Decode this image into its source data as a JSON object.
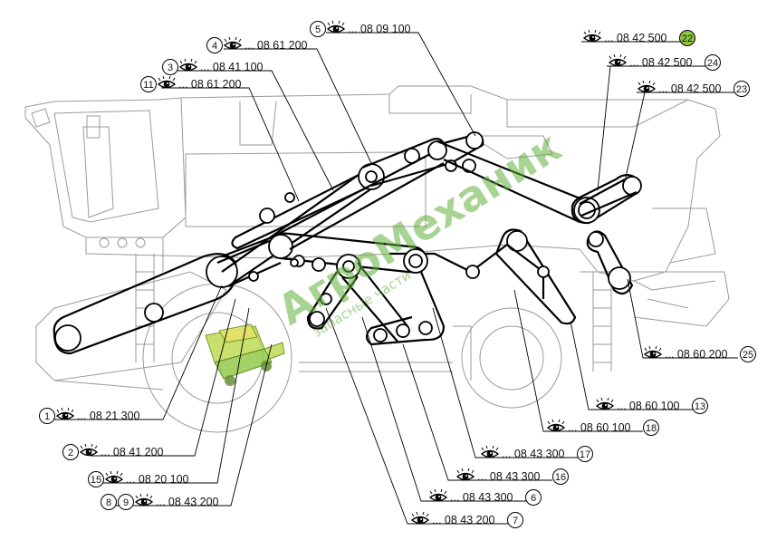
{
  "callouts": [
    {
      "id": "c5",
      "num": "5",
      "code": "... 08 09 100",
      "highlight": false
    },
    {
      "id": "c4",
      "num": "4",
      "code": "... 08 61 200",
      "highlight": false
    },
    {
      "id": "c3",
      "num": "3",
      "code": "... 08 41 100",
      "highlight": false
    },
    {
      "id": "c11",
      "num": "11",
      "code": "... 08 61 200",
      "highlight": false
    },
    {
      "id": "c22",
      "num": "22",
      "code": "... 08 42 500",
      "highlight": true
    },
    {
      "id": "c24",
      "num": "24",
      "code": "... 08 42 500",
      "highlight": false
    },
    {
      "id": "c23",
      "num": "23",
      "code": "... 08 42 500",
      "highlight": false
    },
    {
      "id": "c25",
      "num": "25",
      "code": "... 08 60 200",
      "highlight": false
    },
    {
      "id": "c13",
      "num": "13",
      "code": "... 08 60 100",
      "highlight": false
    },
    {
      "id": "c18",
      "num": "18",
      "code": "... 08 60 100",
      "highlight": false
    },
    {
      "id": "c17",
      "num": "17",
      "code": "... 08 43 300",
      "highlight": false
    },
    {
      "id": "c16",
      "num": "16",
      "code": "... 08 43 300",
      "highlight": false
    },
    {
      "id": "c6",
      "num": "6",
      "code": "... 08 43 300",
      "highlight": false
    },
    {
      "id": "c7",
      "num": "7",
      "code": "... 08 43 200",
      "highlight": false
    },
    {
      "id": "c1",
      "num": "1",
      "code": "... 08 21 300",
      "highlight": false
    },
    {
      "id": "c2",
      "num": "2",
      "code": "... 08 41 200",
      "highlight": false
    },
    {
      "id": "c15",
      "num": "15",
      "code": "... 08 20 100",
      "highlight": false
    },
    {
      "id": "c89",
      "num": "8",
      "num2": "9",
      "code": "... 08 43 200",
      "highlight": false
    }
  ],
  "watermark": {
    "brand": "АгроМеханик",
    "tagline": "запасные части",
    "color": "#5fae3a"
  },
  "icons": {
    "view": "eye-icon"
  },
  "colors": {
    "highlight": "#8cc63f",
    "line": "#000000",
    "background": "#9a9a9a"
  }
}
